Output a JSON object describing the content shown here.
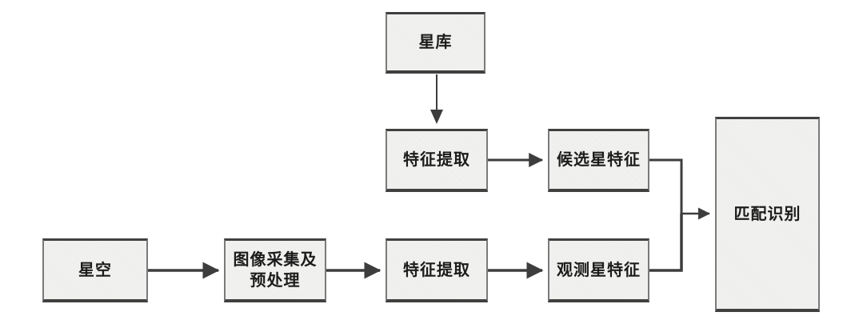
{
  "diagram": {
    "type": "flowchart",
    "description": "Star map matching / identification pipeline flowchart",
    "nodes": {
      "star_library": {
        "label": "星库"
      },
      "feature_extraction_top": {
        "label": "特征提取"
      },
      "candidate_star_features": {
        "label": "候选星特征"
      },
      "star_sky": {
        "label": "星空"
      },
      "image_acquisition": {
        "label_line1": "图像采集及",
        "label_line2": "预处理"
      },
      "feature_extraction_bottom": {
        "label": "特征提取"
      },
      "observed_star_features": {
        "label": "观测星特征"
      },
      "matching_recognition": {
        "label": "匹配识别"
      }
    },
    "edges": [
      {
        "from": "星库",
        "to": "特征提取",
        "direction": "down"
      },
      {
        "from": "特征提取",
        "to": "候选星特征",
        "direction": "right"
      },
      {
        "from": "星空",
        "to": "图像采集及预处理",
        "direction": "right"
      },
      {
        "from": "图像采集及预处理",
        "to": "特征提取",
        "direction": "right"
      },
      {
        "from": "特征提取",
        "to": "观测星特征",
        "direction": "right"
      },
      {
        "from": "候选星特征",
        "to": "匹配识别",
        "direction": "merge-right"
      },
      {
        "from": "观测星特征",
        "to": "匹配识别",
        "direction": "merge-right"
      }
    ],
    "colors": {
      "background": "#ffffff",
      "box_fill": "#f2f2f0",
      "box_border_dark": "#404040",
      "box_border_side": "#7a7a7a",
      "arrow": "#3d3d3d",
      "text": "#1c1c1c"
    }
  }
}
